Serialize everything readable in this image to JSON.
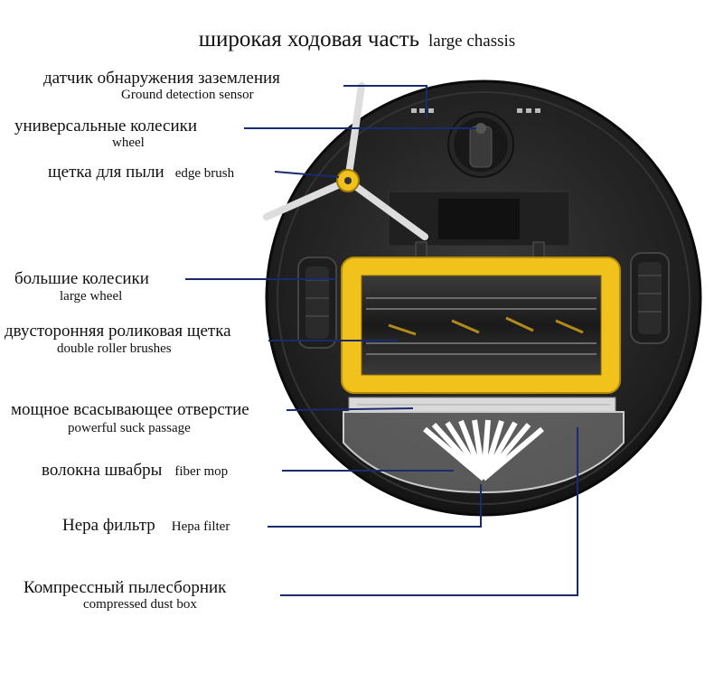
{
  "title": {
    "ru": "широкая ходовая часть",
    "en": "large chassis"
  },
  "labels": [
    {
      "id": "ground-sensor",
      "ru": "датчик обнаружения заземления",
      "en": "Ground detection sensor"
    },
    {
      "id": "wheel",
      "ru": "универсальные колесики",
      "en": "wheel"
    },
    {
      "id": "edge-brush",
      "ru": "щетка для пыли",
      "en": "edge brush"
    },
    {
      "id": "large-wheel",
      "ru": "большие колесики",
      "en": "large wheel"
    },
    {
      "id": "roller",
      "ru": "двусторонняя роликовая щетка",
      "en": "double roller brushes"
    },
    {
      "id": "suction",
      "ru": "мощное всасывающее отверстие",
      "en": "powerful suck passage"
    },
    {
      "id": "fiber-mop",
      "ru": "волокна швабры",
      "en": "fiber mop"
    },
    {
      "id": "hepa",
      "ru": "Нера фильтр",
      "en": "Hepa filter"
    },
    {
      "id": "dustbox",
      "ru": "Компрессный пылесборник",
      "en": "compressed dust box"
    }
  ],
  "colors": {
    "leader": "#1a2a6e",
    "body": "#1b1b1b",
    "brush": "#f2c21c",
    "label": "#111111"
  }
}
